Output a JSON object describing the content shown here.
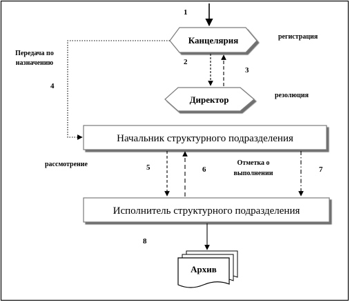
{
  "nodes": {
    "chancellery": "Канцелярия",
    "director": "Директор",
    "head": "Начальник структурного подразделения",
    "executor": "Исполнитель структурного подразделения",
    "archive": "Архив"
  },
  "labels": {
    "registration": "регистрация",
    "resolution": "резолюция",
    "transfer_line1": "Передача по",
    "transfer_line2": "назначению",
    "consideration": "рассмотрение",
    "mark_line1": "Отметка о",
    "mark_line2": "выполнении"
  },
  "steps": {
    "s1": "1",
    "s2": "2",
    "s3": "3",
    "s4": "4",
    "s5": "5",
    "s6": "6",
    "s7": "7",
    "s8": "8"
  }
}
